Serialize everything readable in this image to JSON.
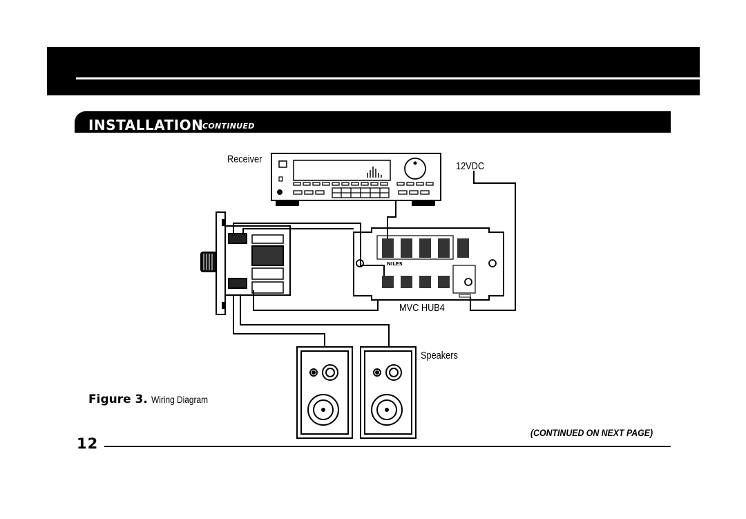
{
  "header": {
    "section_title": "INSTALLATION",
    "section_subtitle": "CONTINUED"
  },
  "diagram": {
    "receiver_label": "Receiver",
    "power_label": "12VDC",
    "hub_label": "MVC HUB4",
    "hub_brand": "NILES",
    "speakers_label": "Speakers"
  },
  "figure": {
    "number": "Figure 3.",
    "caption": "Wiring Diagram"
  },
  "footer": {
    "page_number": "12",
    "continued_note": "(CONTINUED ON NEXT PAGE)"
  }
}
